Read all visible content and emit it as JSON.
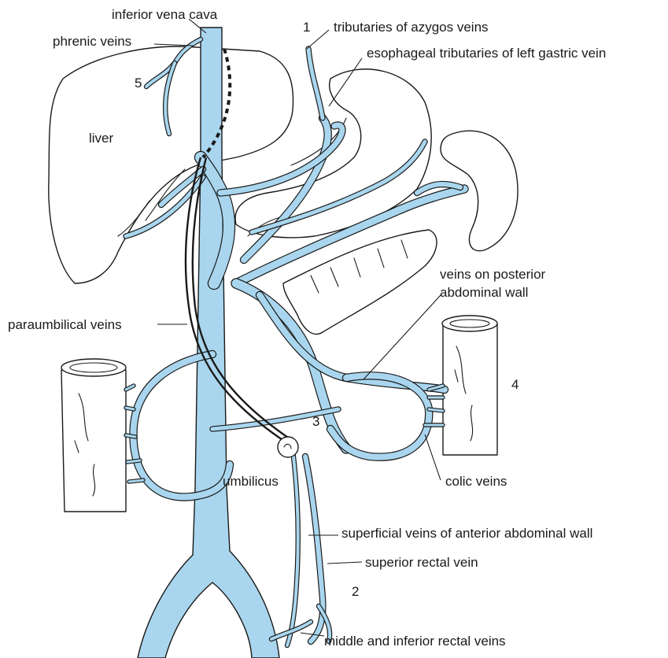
{
  "colors": {
    "vein": "#a9d6ee",
    "outline": "#1a1a1a",
    "background": "#ffffff"
  },
  "labels": {
    "inferior_vena_cava": "inferior vena cava",
    "phrenic_veins": "phrenic veins",
    "tributaries_azygos": "tributaries of azygos veins",
    "esophageal_tributaries": "esophageal tributaries of left gastric vein",
    "liver": "liver",
    "veins_posterior_1": "veins on posterior",
    "veins_posterior_2": "abdominal wall",
    "paraumbilical_veins": "paraumbilical veins",
    "umbilicus": "umbilicus",
    "colic_veins": "colic veins",
    "superficial_veins": "superficial veins of anterior abdominal wall",
    "superior_rectal_vein": "superior rectal vein",
    "middle_inferior_rectal": "middle and inferior rectal veins"
  },
  "numbers": {
    "n1": "1",
    "n2": "2",
    "n3": "3",
    "n4": "4",
    "n5": "5"
  }
}
